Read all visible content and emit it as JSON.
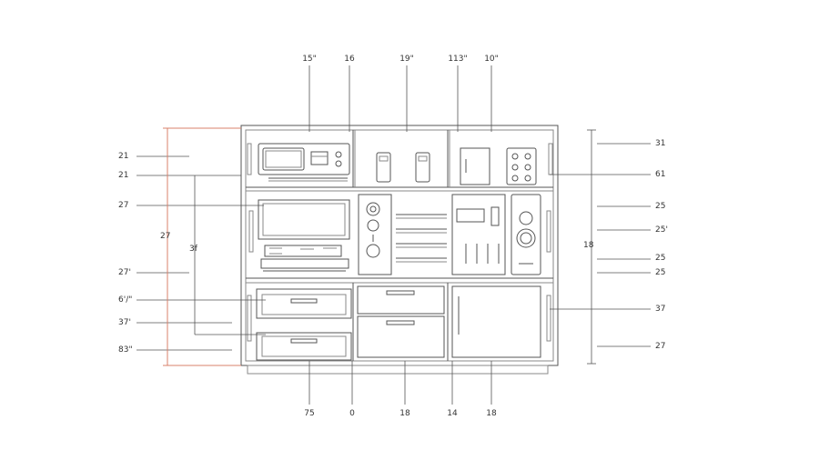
{
  "colors": {
    "line": "#555555",
    "light_line": "#8a8a8a",
    "accent_dimension": "#d9826b",
    "text": "#333333"
  },
  "dimensions": {
    "top": [
      "15\"",
      "16",
      "19\"",
      "113\"",
      "10\""
    ],
    "left": [
      "21",
      "21",
      "27",
      "27'",
      "6'/\"",
      "37'",
      "83\""
    ],
    "left_vertical": [
      "27",
      "3f"
    ],
    "right": [
      "31",
      "61",
      "25",
      "25'",
      "25",
      "25",
      "37",
      "27"
    ],
    "right_vertical": [
      "18"
    ],
    "bottom": [
      "75",
      "0",
      "18",
      "14",
      "18"
    ]
  }
}
